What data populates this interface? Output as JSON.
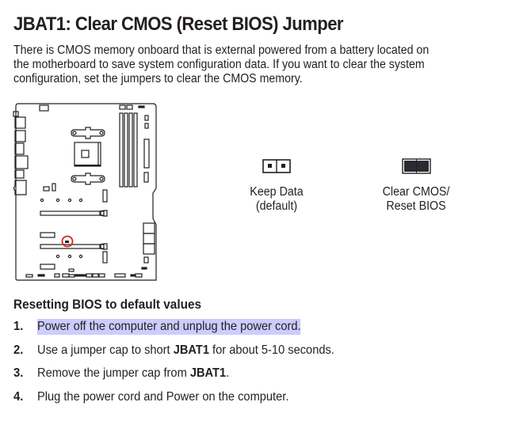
{
  "document": {
    "title": "JBAT1: Clear CMOS (Reset BIOS) Jumper",
    "intro": "There is CMOS memory onboard that is external powered from a battery located on the motherboard to save system configuration data. If you want to clear the system configuration, set the jumpers to clear the CMOS memory.",
    "intro_lines": [
      "There is CMOS memory onboard that is external powered from a battery located on",
      "the motherboard to save system configuration data. If you want to clear the system",
      "configuration, set the jumpers to clear the CMOS memory."
    ]
  },
  "diagram": {
    "name": "motherboard-layout",
    "highlight_marker": "JBAT1",
    "highlight_color": "#e0201b"
  },
  "jumpers": [
    {
      "state": "open",
      "label_line1": "Keep Data",
      "label_line2": "(default)"
    },
    {
      "state": "shorted",
      "label_line1": "Clear CMOS/",
      "label_line2": "Reset BIOS"
    }
  ],
  "section": {
    "heading": "Resetting BIOS to default values",
    "selection_color": "#ccccff",
    "steps": [
      {
        "number": "1.",
        "before": "Power off the computer and unplug the power cord.",
        "bold": "",
        "after": "",
        "selected": true
      },
      {
        "number": "2.",
        "before": "Use a jumper cap to short ",
        "bold": "JBAT1",
        "after": " for about 5-10 seconds.",
        "selected": false
      },
      {
        "number": "3.",
        "before": "Remove the jumper cap from ",
        "bold": "JBAT1",
        "after": ".",
        "selected": false
      },
      {
        "number": "4.",
        "before": "Plug the power cord and Power on the computer.",
        "bold": "",
        "after": "",
        "selected": false
      }
    ]
  }
}
